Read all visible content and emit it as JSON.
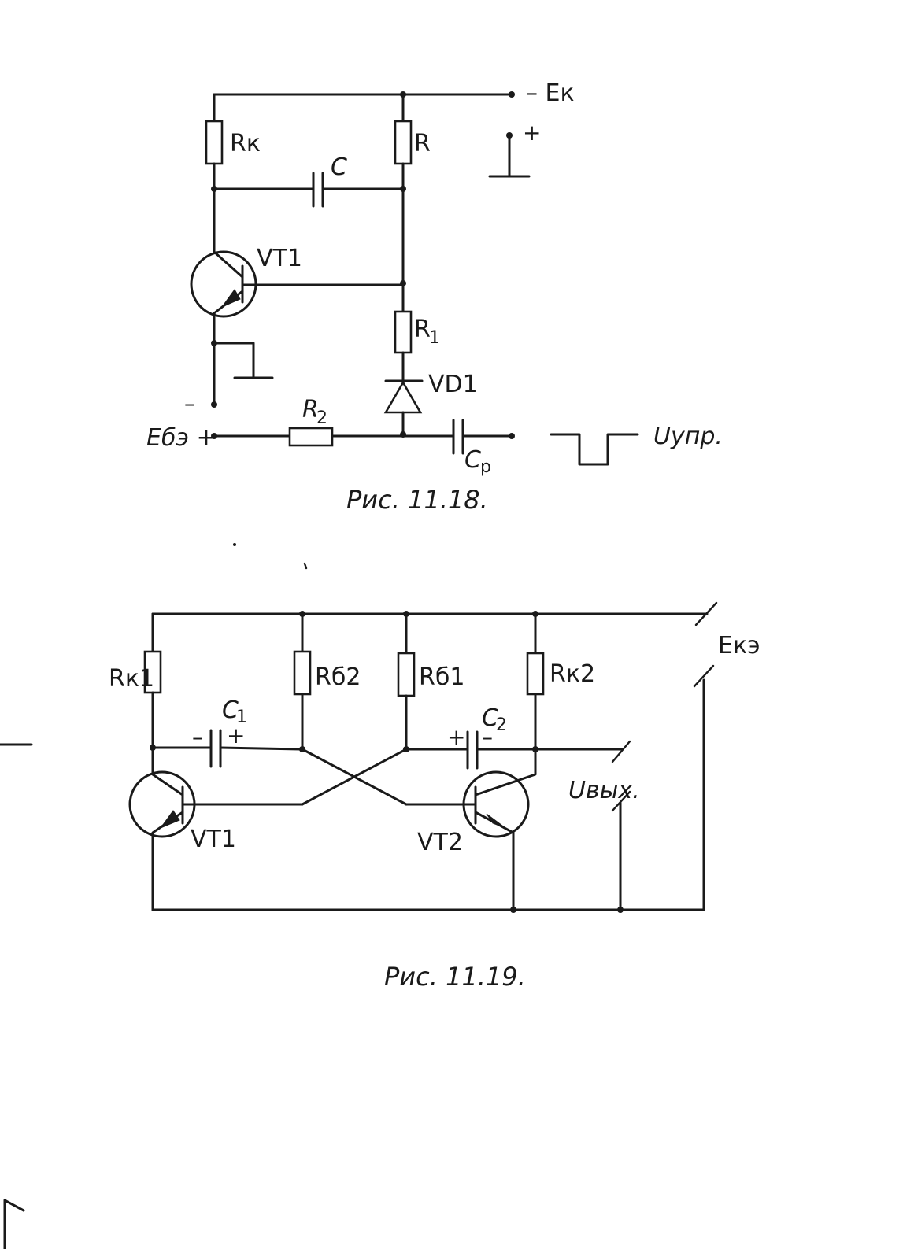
{
  "figure_1": {
    "caption": "Рис. 11.18.",
    "labels": {
      "supply": "– Eк",
      "plus": "+",
      "rk": "Rк",
      "r": "R",
      "c": "C",
      "vt1": "VT1",
      "r1": "R",
      "r1_sub": "1",
      "vd1": "VD1",
      "minus": "–",
      "ebe": "Eбэ +",
      "r2": "R",
      "r2_sub": "2",
      "cp": "C",
      "cp_sub": "p",
      "u_ctrl": "Uупр."
    }
  },
  "figure_2": {
    "caption": "Рис. 11.19.",
    "labels": {
      "rk1": "Rк1",
      "rb2": "Rб2",
      "rb1": "Rб1",
      "rk2": "Rк2",
      "eke": "Eкэ",
      "c1": "C",
      "c1_sub": "1",
      "c2": "C",
      "c2_sub": "2",
      "c1_minus": "–",
      "c1_plus": "+",
      "c2_plus": "+",
      "c2_minus": "–",
      "vt1": "VT1",
      "vt2": "VT2",
      "u_out": "Uвых."
    }
  }
}
